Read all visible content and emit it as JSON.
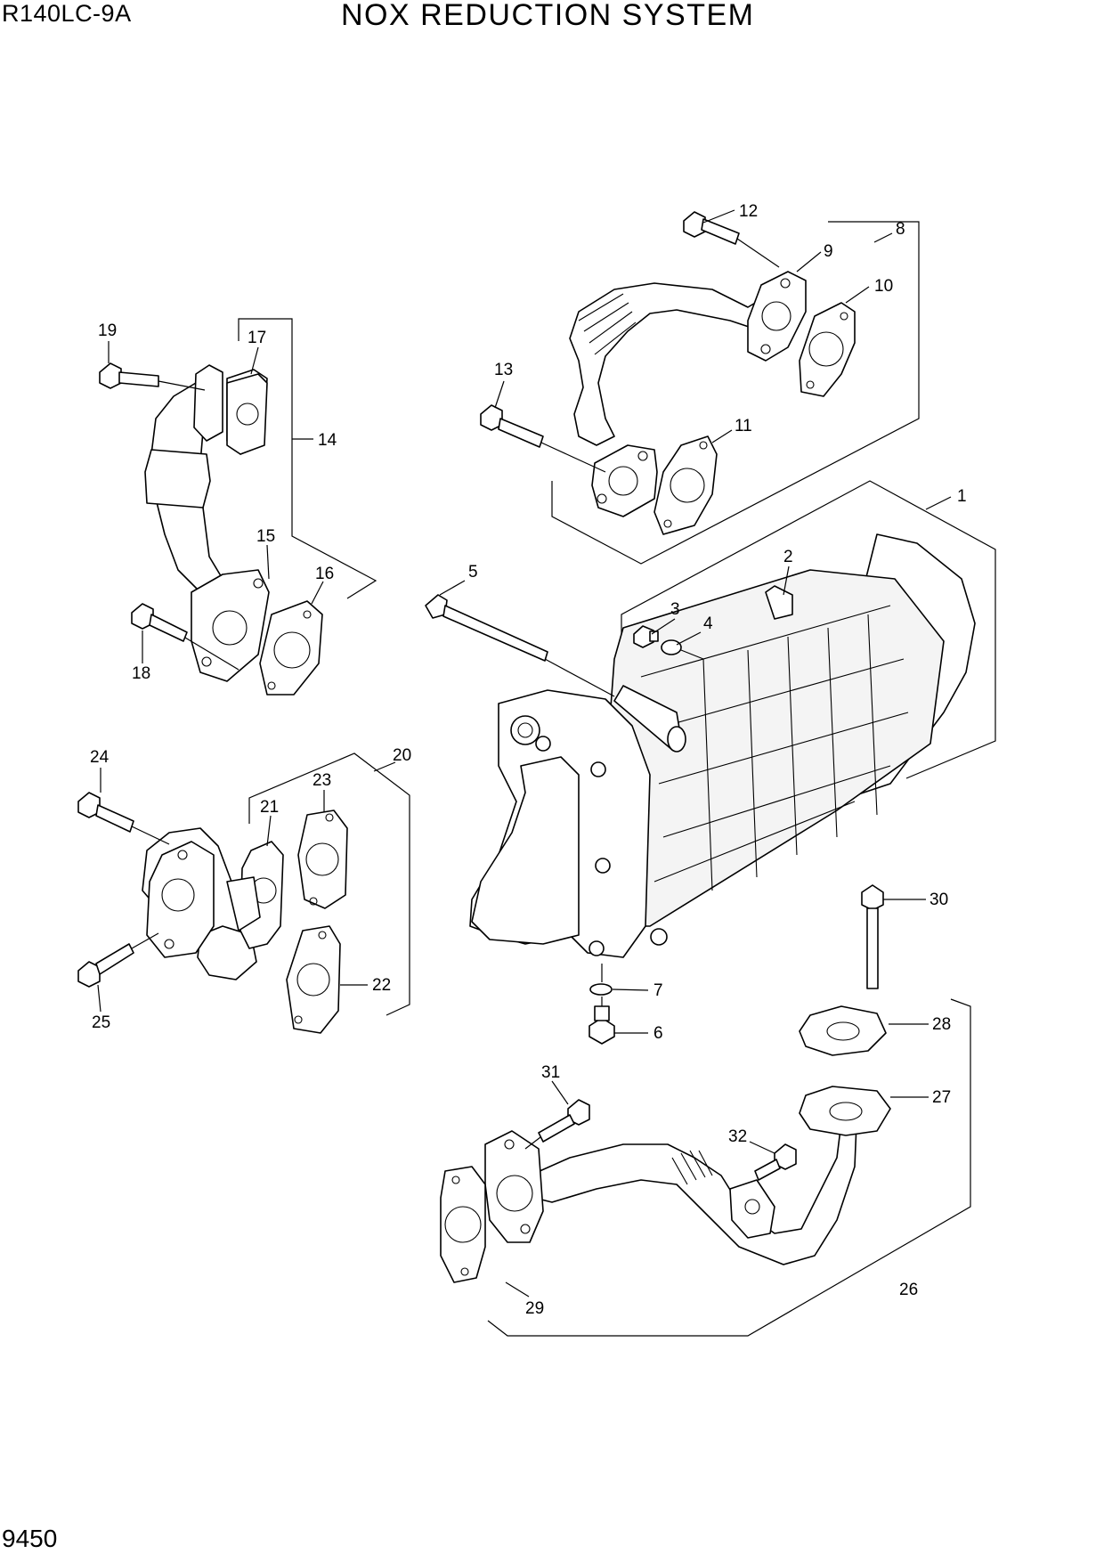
{
  "header": {
    "model": "R140LC-9A",
    "title": "NOX REDUCTION SYSTEM"
  },
  "footer": {
    "page_number": "9450"
  },
  "callouts": {
    "c1": "1",
    "c2": "2",
    "c3": "3",
    "c4": "4",
    "c5": "5",
    "c6": "6",
    "c7": "7",
    "c8": "8",
    "c9": "9",
    "c10": "10",
    "c11": "11",
    "c12": "12",
    "c13": "13",
    "c14": "14",
    "c15": "15",
    "c16": "16",
    "c17": "17",
    "c18": "18",
    "c19": "19",
    "c20": "20",
    "c21": "21",
    "c22": "22",
    "c23": "23",
    "c24": "24",
    "c25": "25",
    "c26": "26",
    "c27": "27",
    "c28": "28",
    "c29": "29",
    "c30": "30",
    "c31": "31",
    "c32": "32"
  }
}
